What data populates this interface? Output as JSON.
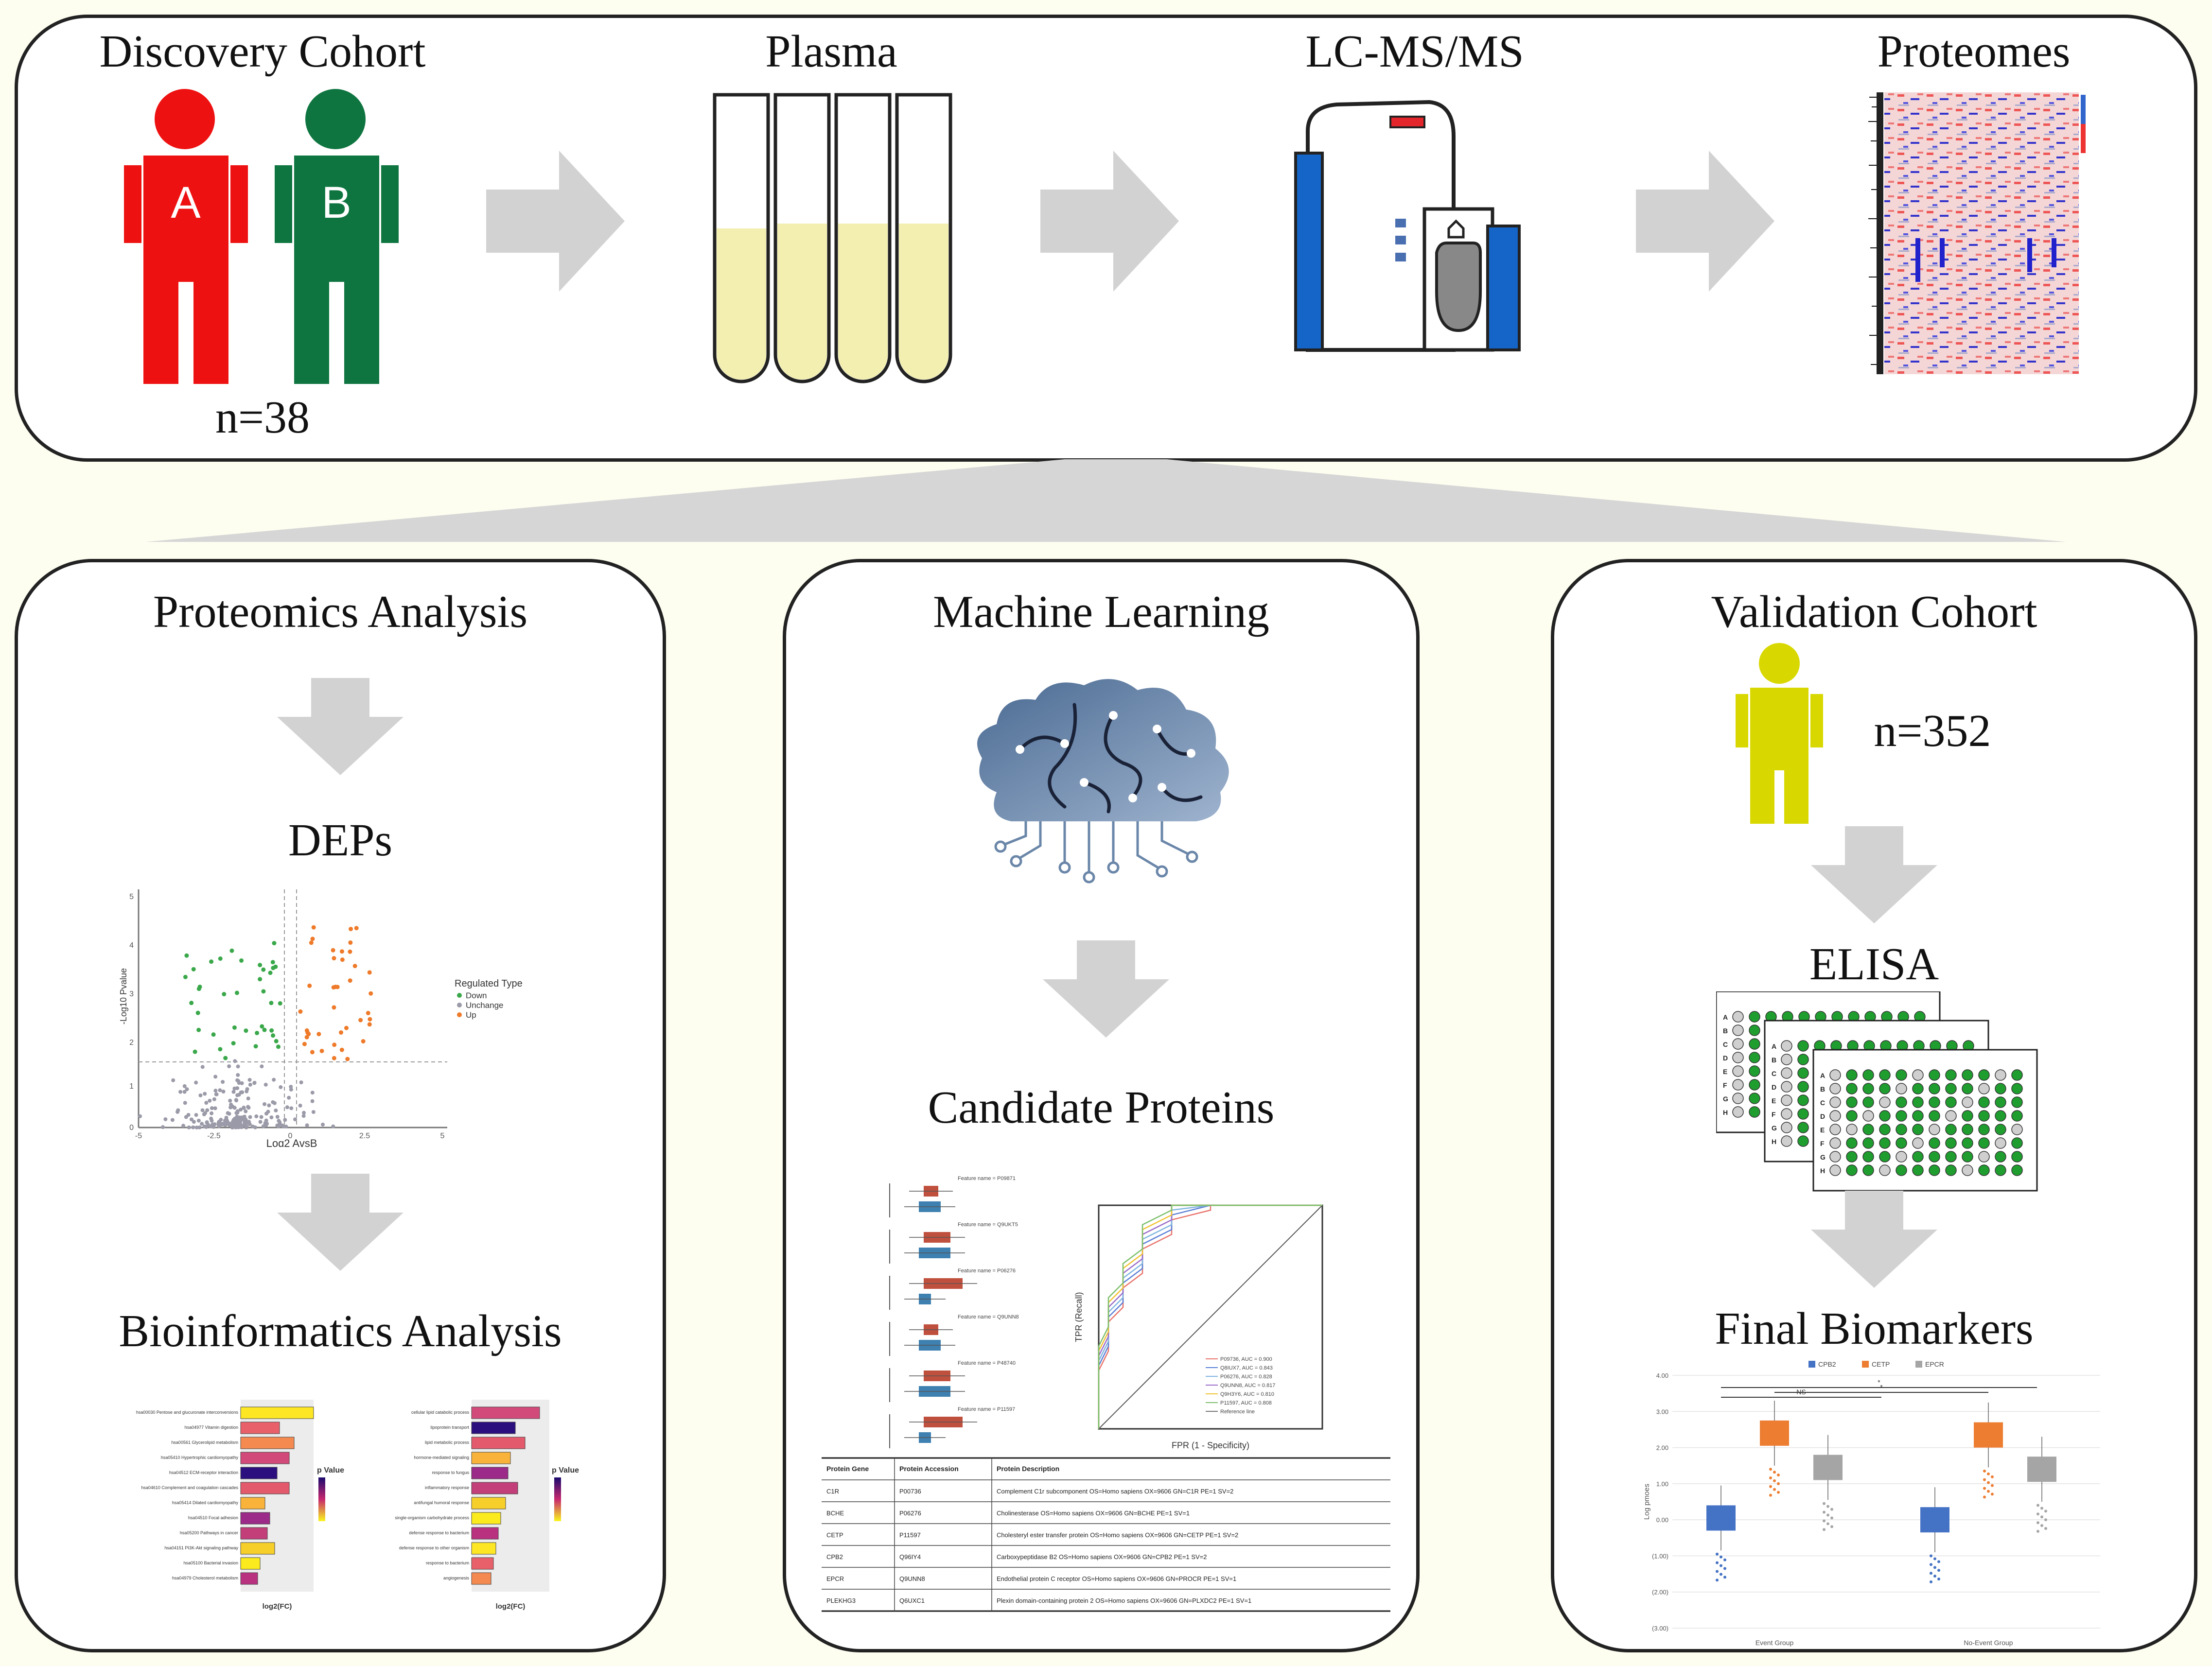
{
  "top": {
    "steps": [
      "Discovery Cohort",
      "Plasma",
      "LC-MS/MS",
      "Proteomes"
    ],
    "group_a": "A",
    "group_b": "B",
    "discovery_n": "n=38"
  },
  "proteomics": {
    "title": "Proteomics Analysis",
    "deps": "DEPs",
    "bioinfo": "Bioinformatics Analysis",
    "volcano": {
      "xlabel": "Log2 AvsB",
      "ylabel": "-Log10 Pvalue",
      "legend_title": "Regulated Type",
      "legend": [
        "Down",
        "Unchange",
        "Up"
      ],
      "xticks": [
        "-5",
        "-2.5",
        "0",
        "2.5",
        "5"
      ],
      "yticks": [
        "0",
        "1",
        "2",
        "3",
        "4",
        "5"
      ]
    },
    "enrich": {
      "legend_title": "p Value",
      "xlabel": "log2(FC)",
      "left_terms": [
        "hsa00030 Pentose and glucuronate interconversions",
        "hsa04977 Vitamin digestion",
        "hsa00561 Glycerolipid metabolism",
        "hsa05410 Hypertrophic cardiomyopathy",
        "hsa04512 ECM-receptor interaction",
        "hsa04610 Complement and coagulation cascades",
        "hsa05414 Dilated cardiomyopathy",
        "hsa04510 Focal adhesion",
        "hsa05200 Pathways in cancer",
        "hsa04151 PI3K-Akt signaling pathway",
        "hsa05100 Bacterial invasion",
        "hsa04979 Cholesterol metabolism"
      ],
      "right_terms": [
        "cellular lipid catabolic process",
        "lipoprotein transport",
        "lipid metabolic process",
        "hormone-mediated signaling",
        "response to fungus",
        "inflammatory response",
        "antifungal humoral response",
        "single-organism carbohydrate process",
        "defense response to bacterium",
        "defense response to other organism",
        "response to bacterium",
        "angiogenesis"
      ]
    }
  },
  "ml": {
    "title": "Machine Learning",
    "candidates": "Candidate Proteins",
    "box_labels": [
      "Feature name = P09871",
      "Feature name = Q9UKT5",
      "Feature name = P06276",
      "Feature name = Q9UNN8",
      "Feature name = P48740",
      "Feature name = P11597"
    ],
    "roc_xlabel": "FPR (1 - Specificity)",
    "roc_ylabel": "TPR (Recall)",
    "roc_legend": [
      "P09736, AUC = 0.900",
      "Q8IUX7, AUC = 0.843",
      "P06276, AUC = 0.828",
      "Q9UNN8, AUC = 0.817",
      "Q9H3Y6, AUC = 0.810",
      "P11597, AUC = 0.808",
      "Reference line"
    ],
    "roc_series_colors": [
      "#e8736b",
      "#5b7fd6",
      "#7fb4e0",
      "#9a6bc9",
      "#f1c232",
      "#7bbf6a"
    ],
    "table": {
      "headers": [
        "Protein Gene",
        "Protein Accession",
        "Protein Description"
      ],
      "rows": [
        [
          "C1R",
          "P00736",
          "Complement C1r subcomponent OS=Homo sapiens OX=9606 GN=C1R PE=1 SV=2"
        ],
        [
          "BCHE",
          "P06276",
          "Cholinesterase OS=Homo sapiens OX=9606 GN=BCHE PE=1 SV=1"
        ],
        [
          "CETP",
          "P11597",
          "Cholesteryl ester transfer protein OS=Homo sapiens OX=9606 GN=CETP PE=1 SV=2"
        ],
        [
          "CPB2",
          "Q96IY4",
          "Carboxypeptidase B2 OS=Homo sapiens OX=9606 GN=CPB2 PE=1 SV=2"
        ],
        [
          "EPCR",
          "Q9UNN8",
          "Endothelial protein C receptor OS=Homo sapiens OX=9606 GN=PROCR PE=1 SV=1"
        ],
        [
          "PLEKHG3",
          "Q6UXC1",
          "Plexin domain-containing protein 2 OS=Homo sapiens OX=9606 GN=PLXDC2 PE=1 SV=1"
        ]
      ]
    }
  },
  "validation": {
    "title": "Validation Cohort",
    "n": "n=352",
    "elisa": "ELISA",
    "plate_rows": [
      "A",
      "B",
      "C",
      "D",
      "E",
      "F",
      "G",
      "H"
    ],
    "final": "Final Biomarkers",
    "boxplot": {
      "legend": [
        "CPB2",
        "CETP",
        "EPCR"
      ],
      "colors": [
        "#4472c4",
        "#ed7d31",
        "#a5a5a5"
      ],
      "groups": [
        "Event Group",
        "No-Event Group"
      ],
      "ylabel": "Log pmoes",
      "yticks": [
        "4.00",
        "3.00",
        "2.00",
        "1.00",
        "0.00",
        "(1.00)",
        "(2.00)",
        "(3.00)"
      ],
      "sig_labels": [
        "NS",
        "*",
        "*"
      ]
    }
  }
}
